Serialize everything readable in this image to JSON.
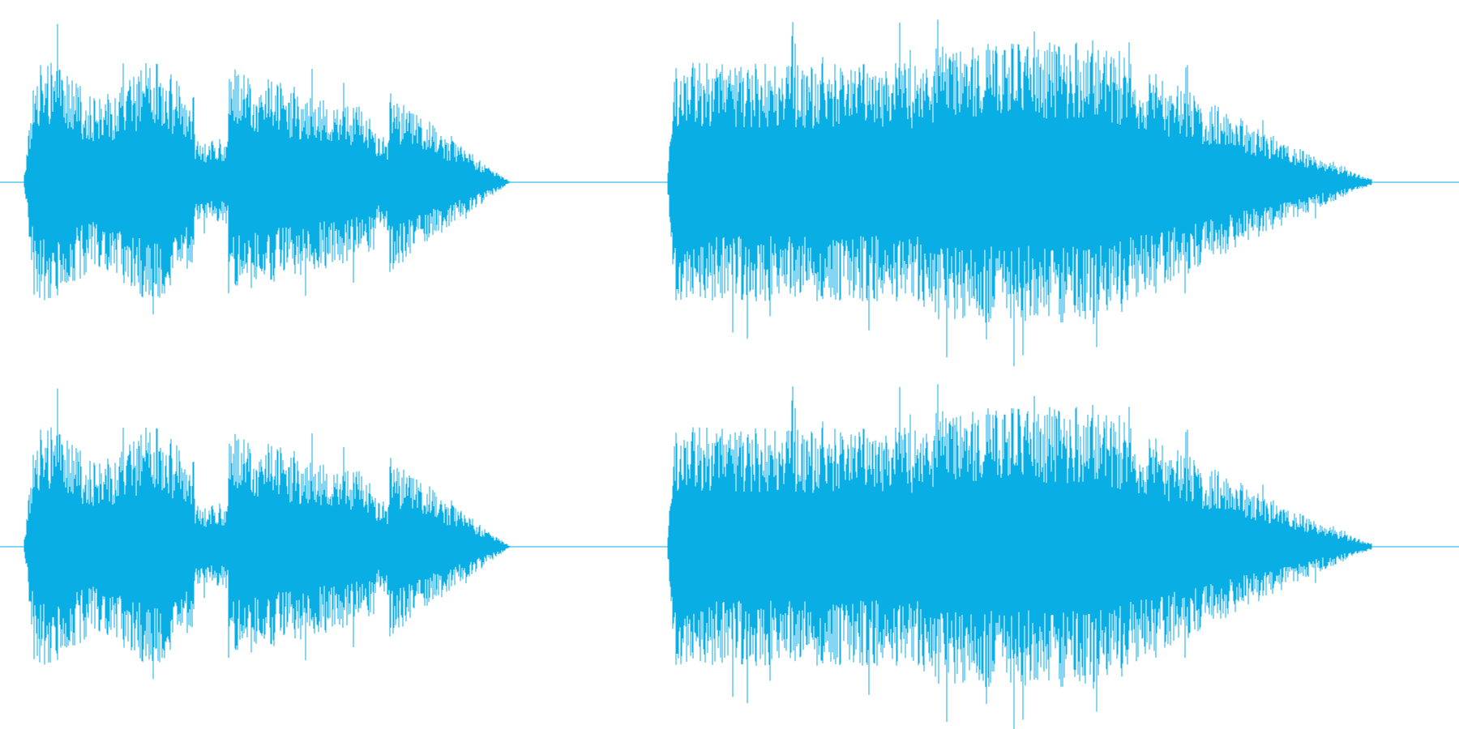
{
  "waveform": {
    "channels": [
      "left",
      "right"
    ],
    "color": "#08aee4",
    "background": "#ffffff",
    "segments": [
      {
        "start_fraction": 0.016,
        "end_fraction": 0.35
      },
      {
        "start_fraction": 0.457,
        "end_fraction": 0.94
      }
    ]
  }
}
